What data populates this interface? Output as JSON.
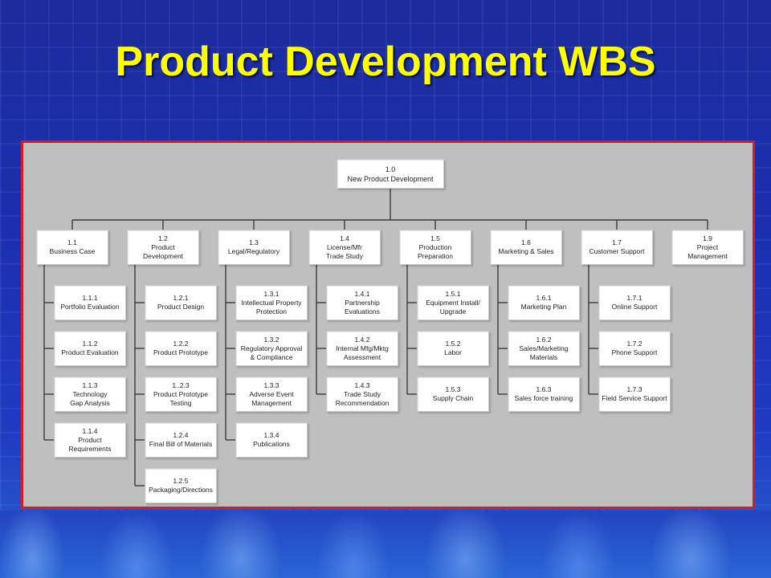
{
  "title": "Product Development WBS",
  "wbs": {
    "root": {
      "code": "1.0",
      "name": "New Product Development"
    },
    "branches": [
      {
        "code": "1.1",
        "name_lines": [
          "Business Case"
        ],
        "children": [
          {
            "code": "1.1.1",
            "name_lines": [
              "Portfolio Evaluation"
            ]
          },
          {
            "code": "1.1.2",
            "name_lines": [
              "Product Evaluation"
            ]
          },
          {
            "code": "1.1.3",
            "name_lines": [
              "Technology",
              "Gap Analysis"
            ]
          },
          {
            "code": "1.1.4",
            "name_lines": [
              "Product",
              "Requirements"
            ]
          }
        ]
      },
      {
        "code": "1.2",
        "name_lines": [
          "Product",
          "Development"
        ],
        "children": [
          {
            "code": "1.2.1",
            "name_lines": [
              "Product Design"
            ]
          },
          {
            "code": "1.2.2",
            "name_lines": [
              "Product Prototype"
            ]
          },
          {
            "code": "1..2.3",
            "name_lines": [
              "Product Prototype",
              "Testing"
            ]
          },
          {
            "code": "1.2.4",
            "name_lines": [
              "Final Bill of Materials"
            ]
          },
          {
            "code": "1.2.5",
            "name_lines": [
              "Packaging/Directions"
            ]
          }
        ]
      },
      {
        "code": "1.3",
        "name_lines": [
          "Legal/Regulatory"
        ],
        "children": [
          {
            "code": "1.3.1",
            "name_lines": [
              "Intellectual Property",
              "Protection"
            ]
          },
          {
            "code": "1.3.2",
            "name_lines": [
              "Regulatory  Approval",
              "& Compliance"
            ]
          },
          {
            "code": "1.3.3",
            "name_lines": [
              "Adverse Event",
              "Management"
            ]
          },
          {
            "code": "1.3.4",
            "name_lines": [
              "Publications"
            ]
          }
        ]
      },
      {
        "code": "1.4",
        "name_lines": [
          "License/Mfr",
          "Trade Study"
        ],
        "children": [
          {
            "code": "1.4.1",
            "name_lines": [
              "Partnership",
              "Evaluations"
            ]
          },
          {
            "code": "1.4.2",
            "name_lines": [
              "Internal Mfg/Mktg",
              "Assessment"
            ]
          },
          {
            "code": "1.4.3",
            "name_lines": [
              "Trade Study",
              "Recommendation"
            ]
          }
        ]
      },
      {
        "code": "1.5",
        "name_lines": [
          "Production",
          "Preparation"
        ],
        "children": [
          {
            "code": "1.5.1",
            "name_lines": [
              "Equipment Install/",
              "Upgrade"
            ]
          },
          {
            "code": "1.5.2",
            "name_lines": [
              "Labor"
            ]
          },
          {
            "code": "1.5.3",
            "name_lines": [
              "Supply Chain"
            ]
          }
        ]
      },
      {
        "code": "1.6",
        "name_lines": [
          "Marketing & Sales"
        ],
        "children": [
          {
            "code": "1.6.1",
            "name_lines": [
              "Marketing Plan"
            ]
          },
          {
            "code": "1.6.2",
            "name_lines": [
              "Sales/Marketing",
              "Materials"
            ]
          },
          {
            "code": "1.6.3",
            "name_lines": [
              "Sales force training"
            ]
          }
        ]
      },
      {
        "code": "1.7",
        "name_lines": [
          "Customer Support"
        ],
        "children": [
          {
            "code": "1.7.1",
            "name_lines": [
              "Online Support"
            ]
          },
          {
            "code": "1.7.2",
            "name_lines": [
              "Phone Support"
            ]
          },
          {
            "code": "1.7.3",
            "name_lines": [
              "Field Service Support"
            ]
          }
        ]
      },
      {
        "code": "1.9",
        "name_lines": [
          "Project",
          "Management"
        ],
        "children": []
      }
    ]
  }
}
